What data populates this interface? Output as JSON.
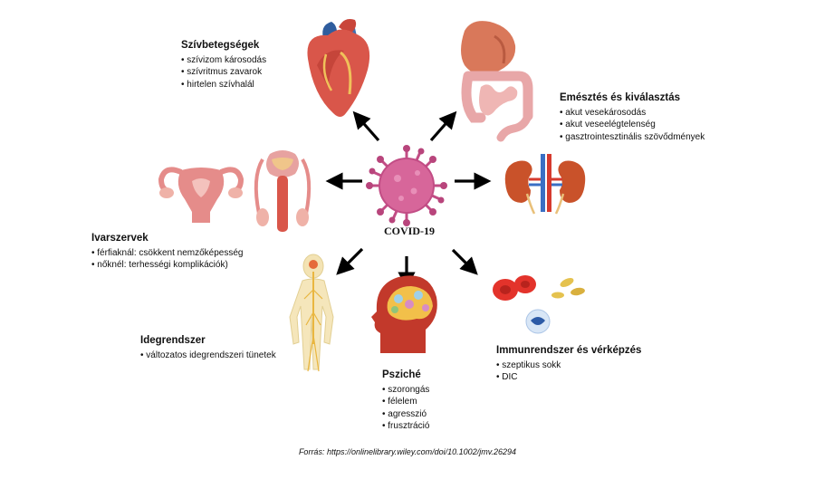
{
  "center": {
    "label": "COVID-19"
  },
  "groups": {
    "heart": {
      "title": "Szívbetegségek",
      "items": [
        "szívizom károsodás",
        "szívritmus zavarok",
        "hirtelen szívhalál"
      ]
    },
    "digest": {
      "title": "Emésztés és kiválasztás",
      "items": [
        "akut vesekárosodás",
        "akut veseelégtelenség",
        "gasztrointesztinális szövődmények"
      ]
    },
    "repro": {
      "title": "Ivarszervek",
      "items": [
        "férfiaknál: csökkent nemzőképesség",
        "nőknél: terhességi komplikációk)"
      ]
    },
    "nervous": {
      "title": "Idegrendszer",
      "items": [
        "változatos idegrendszeri tünetek"
      ]
    },
    "psyche": {
      "title": "Psziché",
      "items": [
        "szorongás",
        "félelem",
        "agresszió",
        "frusztráció"
      ]
    },
    "immune": {
      "title": "Immunrendszer és vérképzés",
      "items": [
        "szeptikus sokk",
        "DIC"
      ]
    }
  },
  "source": "Forrás: https://onlinelibrary.wiley.com/doi/10.1002/jmv.26294",
  "colors": {
    "virus": "#d7669a",
    "virus_spike": "#c24d85",
    "organ": "#d9564a",
    "arrow": "#000000"
  },
  "icons": [
    "virus-icon",
    "heart-icon",
    "digestive-icon",
    "kidney-icon",
    "female-reproductive-icon",
    "male-reproductive-icon",
    "nervous-system-icon",
    "head-brain-icon",
    "blood-cells-icon"
  ]
}
